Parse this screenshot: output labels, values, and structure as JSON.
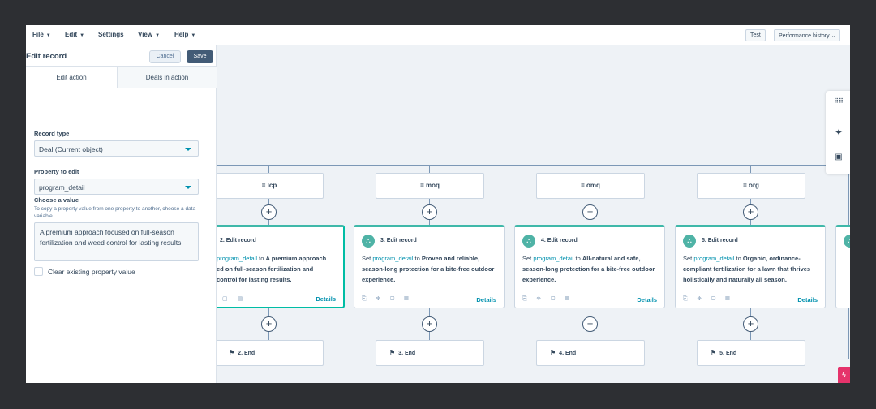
{
  "menubar": {
    "items": [
      {
        "label": "File"
      },
      {
        "label": "Edit"
      },
      {
        "label": "Settings"
      },
      {
        "label": "View"
      },
      {
        "label": "Help"
      }
    ],
    "test_label": "Test",
    "perf_label": "Performance history"
  },
  "panel": {
    "title": "Edit record",
    "cancel_label": "Cancel",
    "save_label": "Save",
    "tabs": [
      {
        "label": "Edit action"
      },
      {
        "label": "Deals in action"
      }
    ],
    "record_type_label": "Record type",
    "record_type_value": "Deal (Current object)",
    "property_label": "Property to edit",
    "property_value": "program_detail",
    "choose_label": "Choose a value",
    "choose_help": "To copy a property value from one property to another, choose a data variable",
    "value_text": "A premium approach focused on full-season fertilization and weed control for lasting results.",
    "clear_label": "Clear existing property value"
  },
  "branches": [
    {
      "condition": "= lcp",
      "card_title": "2. Edit record",
      "prop": "program_detail",
      "value": "A premium approach focused on full-season fertilization and weed control for lasting results.",
      "end": "2. End"
    },
    {
      "condition": "= moq",
      "card_title": "3. Edit record",
      "prop": "program_detail",
      "value": "Proven and reliable, season-long protection for a bite-free outdoor experience.",
      "end": "3. End"
    },
    {
      "condition": "= omq",
      "card_title": "4. Edit record",
      "prop": "program_detail",
      "value": "All-natural and safe, season-long protection for a bite-free outdoor experience.",
      "end": "4. End"
    },
    {
      "condition": "= org",
      "card_title": "5. Edit record",
      "prop": "program_detail",
      "value": "Organic, ordinance-compliant fertilization for a lawn that thrives holistically and naturally all season.",
      "end": "5. End"
    }
  ],
  "card_common": {
    "set_word": "Set",
    "to_word": "to",
    "details_label": "Details"
  },
  "card2_visible": {
    "line1_tail": "program_detail",
    "line1_to": "to",
    "line1_val": "A premium approach",
    "line2": "ed on full-season fertilization and",
    "line3": "control for lasting results."
  },
  "colors": {
    "accent": "#3fb8a9",
    "link": "#0091ae",
    "primary": "#425b76",
    "help": "#e5336b"
  }
}
